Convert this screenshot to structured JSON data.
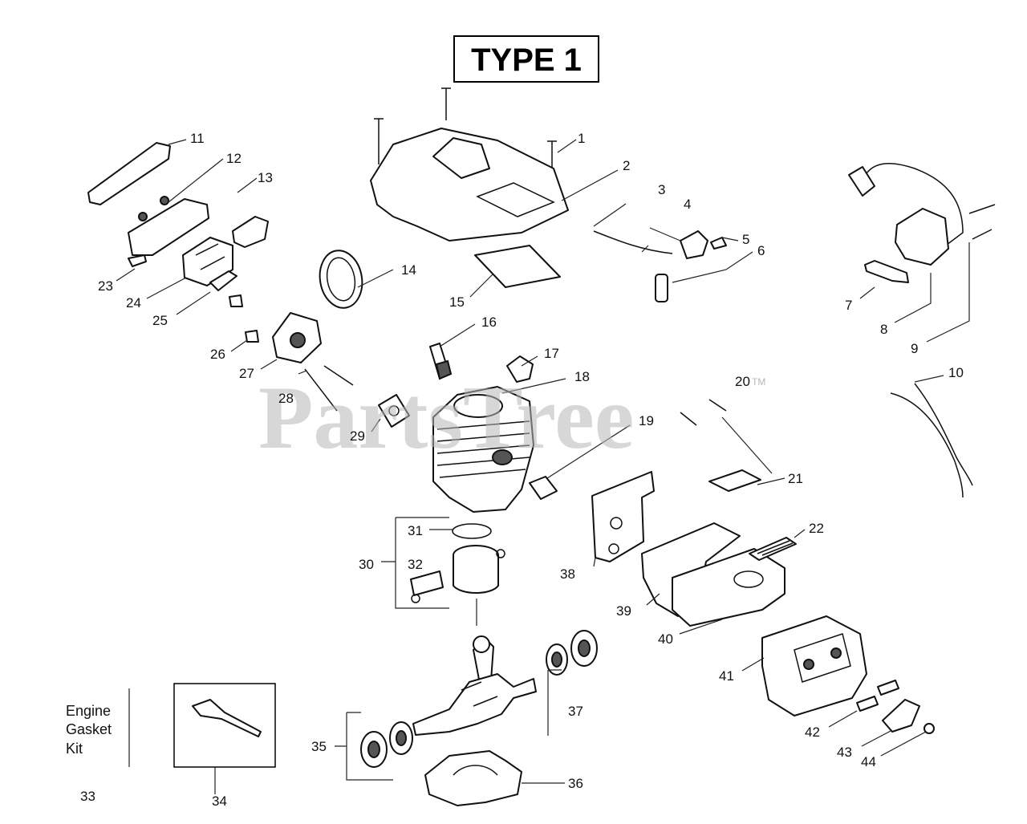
{
  "diagram": {
    "title": "TYPE 1",
    "watermark": "PartsTree",
    "watermark_mark": "TM",
    "kit_label": [
      "Engine",
      "Gasket",
      "Kit"
    ],
    "callouts": [
      "1",
      "2",
      "3",
      "4",
      "5",
      "6",
      "7",
      "8",
      "9",
      "10",
      "11",
      "12",
      "13",
      "14",
      "15",
      "16",
      "17",
      "18",
      "19",
      "20",
      "21",
      "22",
      "23",
      "24",
      "25",
      "26",
      "27",
      "28",
      "29",
      "30",
      "31",
      "32",
      "33",
      "34",
      "35",
      "36",
      "37",
      "38",
      "39",
      "40",
      "41",
      "42",
      "43",
      "44"
    ]
  }
}
